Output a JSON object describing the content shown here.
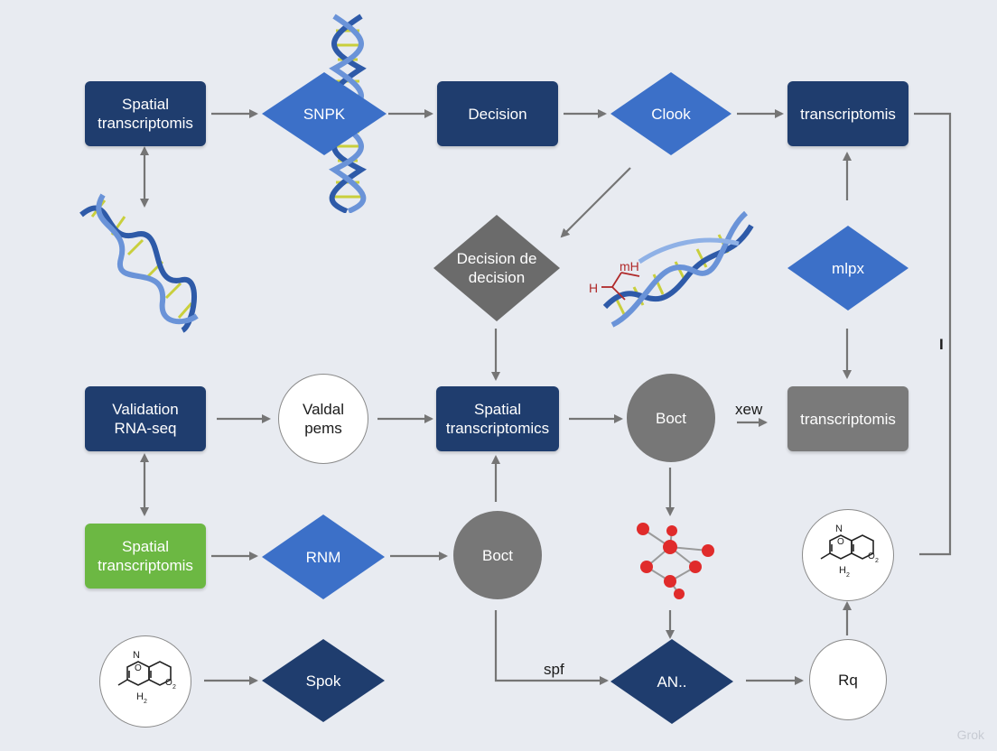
{
  "nodes": {
    "n1": "Spatial\ntranscriptomis",
    "n2": "SNPK",
    "n3": "Decision",
    "n4": "Clook",
    "n5": "transcriptomis",
    "n6": "Decision de\ndecision",
    "n7": "mlpx",
    "n8": "Validation\nRNA-seq",
    "n9": "Valdal\npems",
    "n10": "Spatial\ntranscriptomics",
    "n11": "Boct",
    "n12": "transcriptomis",
    "n13": "Spatial\ntranscriptomis",
    "n14": "RNM",
    "n15": "Boct",
    "n16": "Spok",
    "n17": "AN..",
    "n18": "Rq"
  },
  "edge_labels": {
    "xew": "xew",
    "spf": "spf",
    "bar": "I"
  },
  "chem": {
    "N": "N",
    "O": "O",
    "O2": "O",
    "sub2": "2",
    "H": "H",
    "mH": "mH"
  },
  "watermark": "Grok",
  "colors": {
    "navy": "#1f3d6e",
    "blue_diamond": "#3c70c8",
    "green": "#6cb843",
    "gray": "#777777",
    "arrow": "#757575",
    "molecule_red": "#e02b2b"
  }
}
